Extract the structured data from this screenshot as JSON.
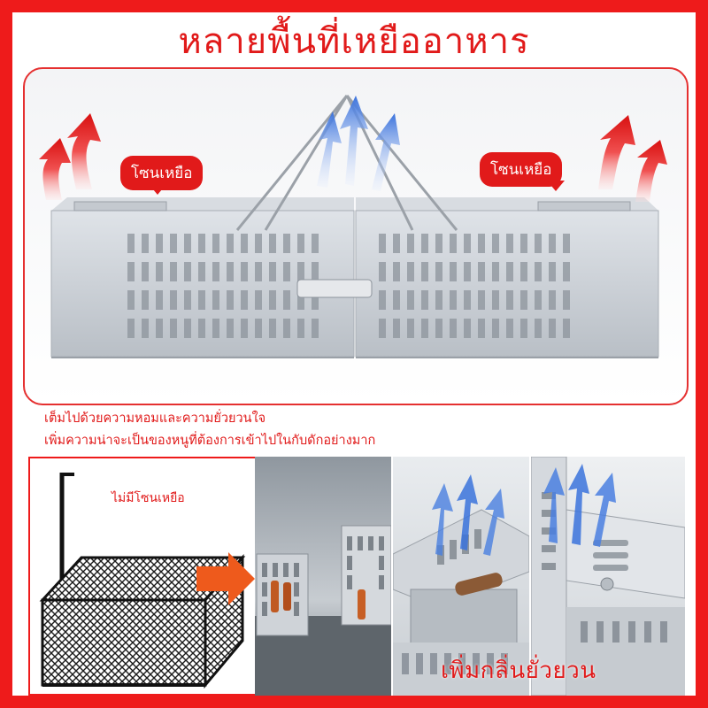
{
  "title": "หลายพื้นที่เหยืออาหาร",
  "hero": {
    "callout_left": "โซนเหยือ",
    "callout_right": "โซนเหยือ"
  },
  "description": {
    "line1": "เต็มไปด้วยความหอมและความยั่วยวนใจ",
    "line2": "เพิ่มความน่าจะเป็นของหนูที่ต้องการเข้าไปในกับดักอย่างมาก"
  },
  "left_panel": {
    "label": "ไม่มีโซนเหยือ"
  },
  "bottom_label": "เพิ่มกลิ่นยั่วยวน",
  "colors": {
    "accent_red": "#ee1b1b",
    "arrow_blue": "#4a7fe0",
    "arrow_red": "#e8262a",
    "cage_metal": "#c7ccd2"
  },
  "icons": {
    "comparison_arrow": "orange-right-arrow",
    "scent_arrows": "blue-up-arrows",
    "heat_arrows": "red-up-arrows"
  }
}
